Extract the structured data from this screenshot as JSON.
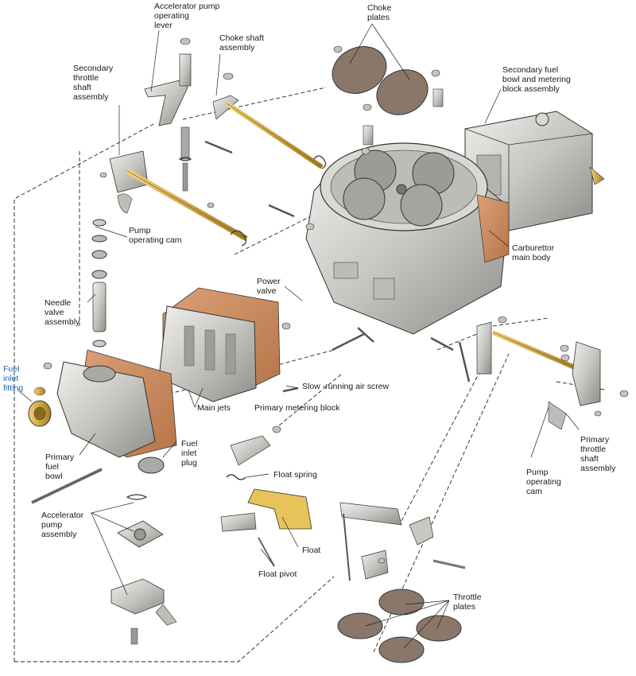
{
  "labels": {
    "accelerator_pump_operating_lever": "Accelerator pump\noperating\nlever",
    "choke_plates": "Choke\nplates",
    "choke_shaft_assembly": "Choke shaft\nassembly",
    "secondary_throttle_shaft_assembly": "Secondary\nthrottle\nshaft\nassembly",
    "secondary_fuel_bowl": "Secondary fuel\nbowl and metering\nblock assembly",
    "pump_operating_cam_top": "Pump\noperating cam",
    "carburettor_main_body": "Carburettor\nmain body",
    "power_valve": "Power\nvalve",
    "needle_valve_assembly": "Needle\nvalve\nassembly",
    "fuel_inlet_fitting": "Fuel\ninlet\nfitting",
    "slow_running_air_screw": "Slow -running air screw",
    "main_jets": "Main jets",
    "primary_metering_block": "Primary metering block",
    "primary_throttle_shaft_assembly": "Primary\nthrottle\nshaft\nassembly",
    "fuel_inlet_plug": "Fuel\ninlet\nplug",
    "primary_fuel_bowl": "Primary\nfuel\nbowl",
    "pump_operating_cam_bottom": "Pump\noperating\ncam",
    "float_spring": "Float spring",
    "accelerator_pump_assembly": "Accelerator\npump\nassembly",
    "float": "Float",
    "float_pivot": "Float pivot",
    "throttle_plates": "Throttle\nplates"
  },
  "colors": {
    "metal": "#c9c9c4",
    "metal_dark": "#8f8f8a",
    "brass": "#c9a23a",
    "gasket": "#c98a5a",
    "float": "#e7c35a",
    "line": "#222222",
    "label_blue": "#1f5fb0"
  }
}
